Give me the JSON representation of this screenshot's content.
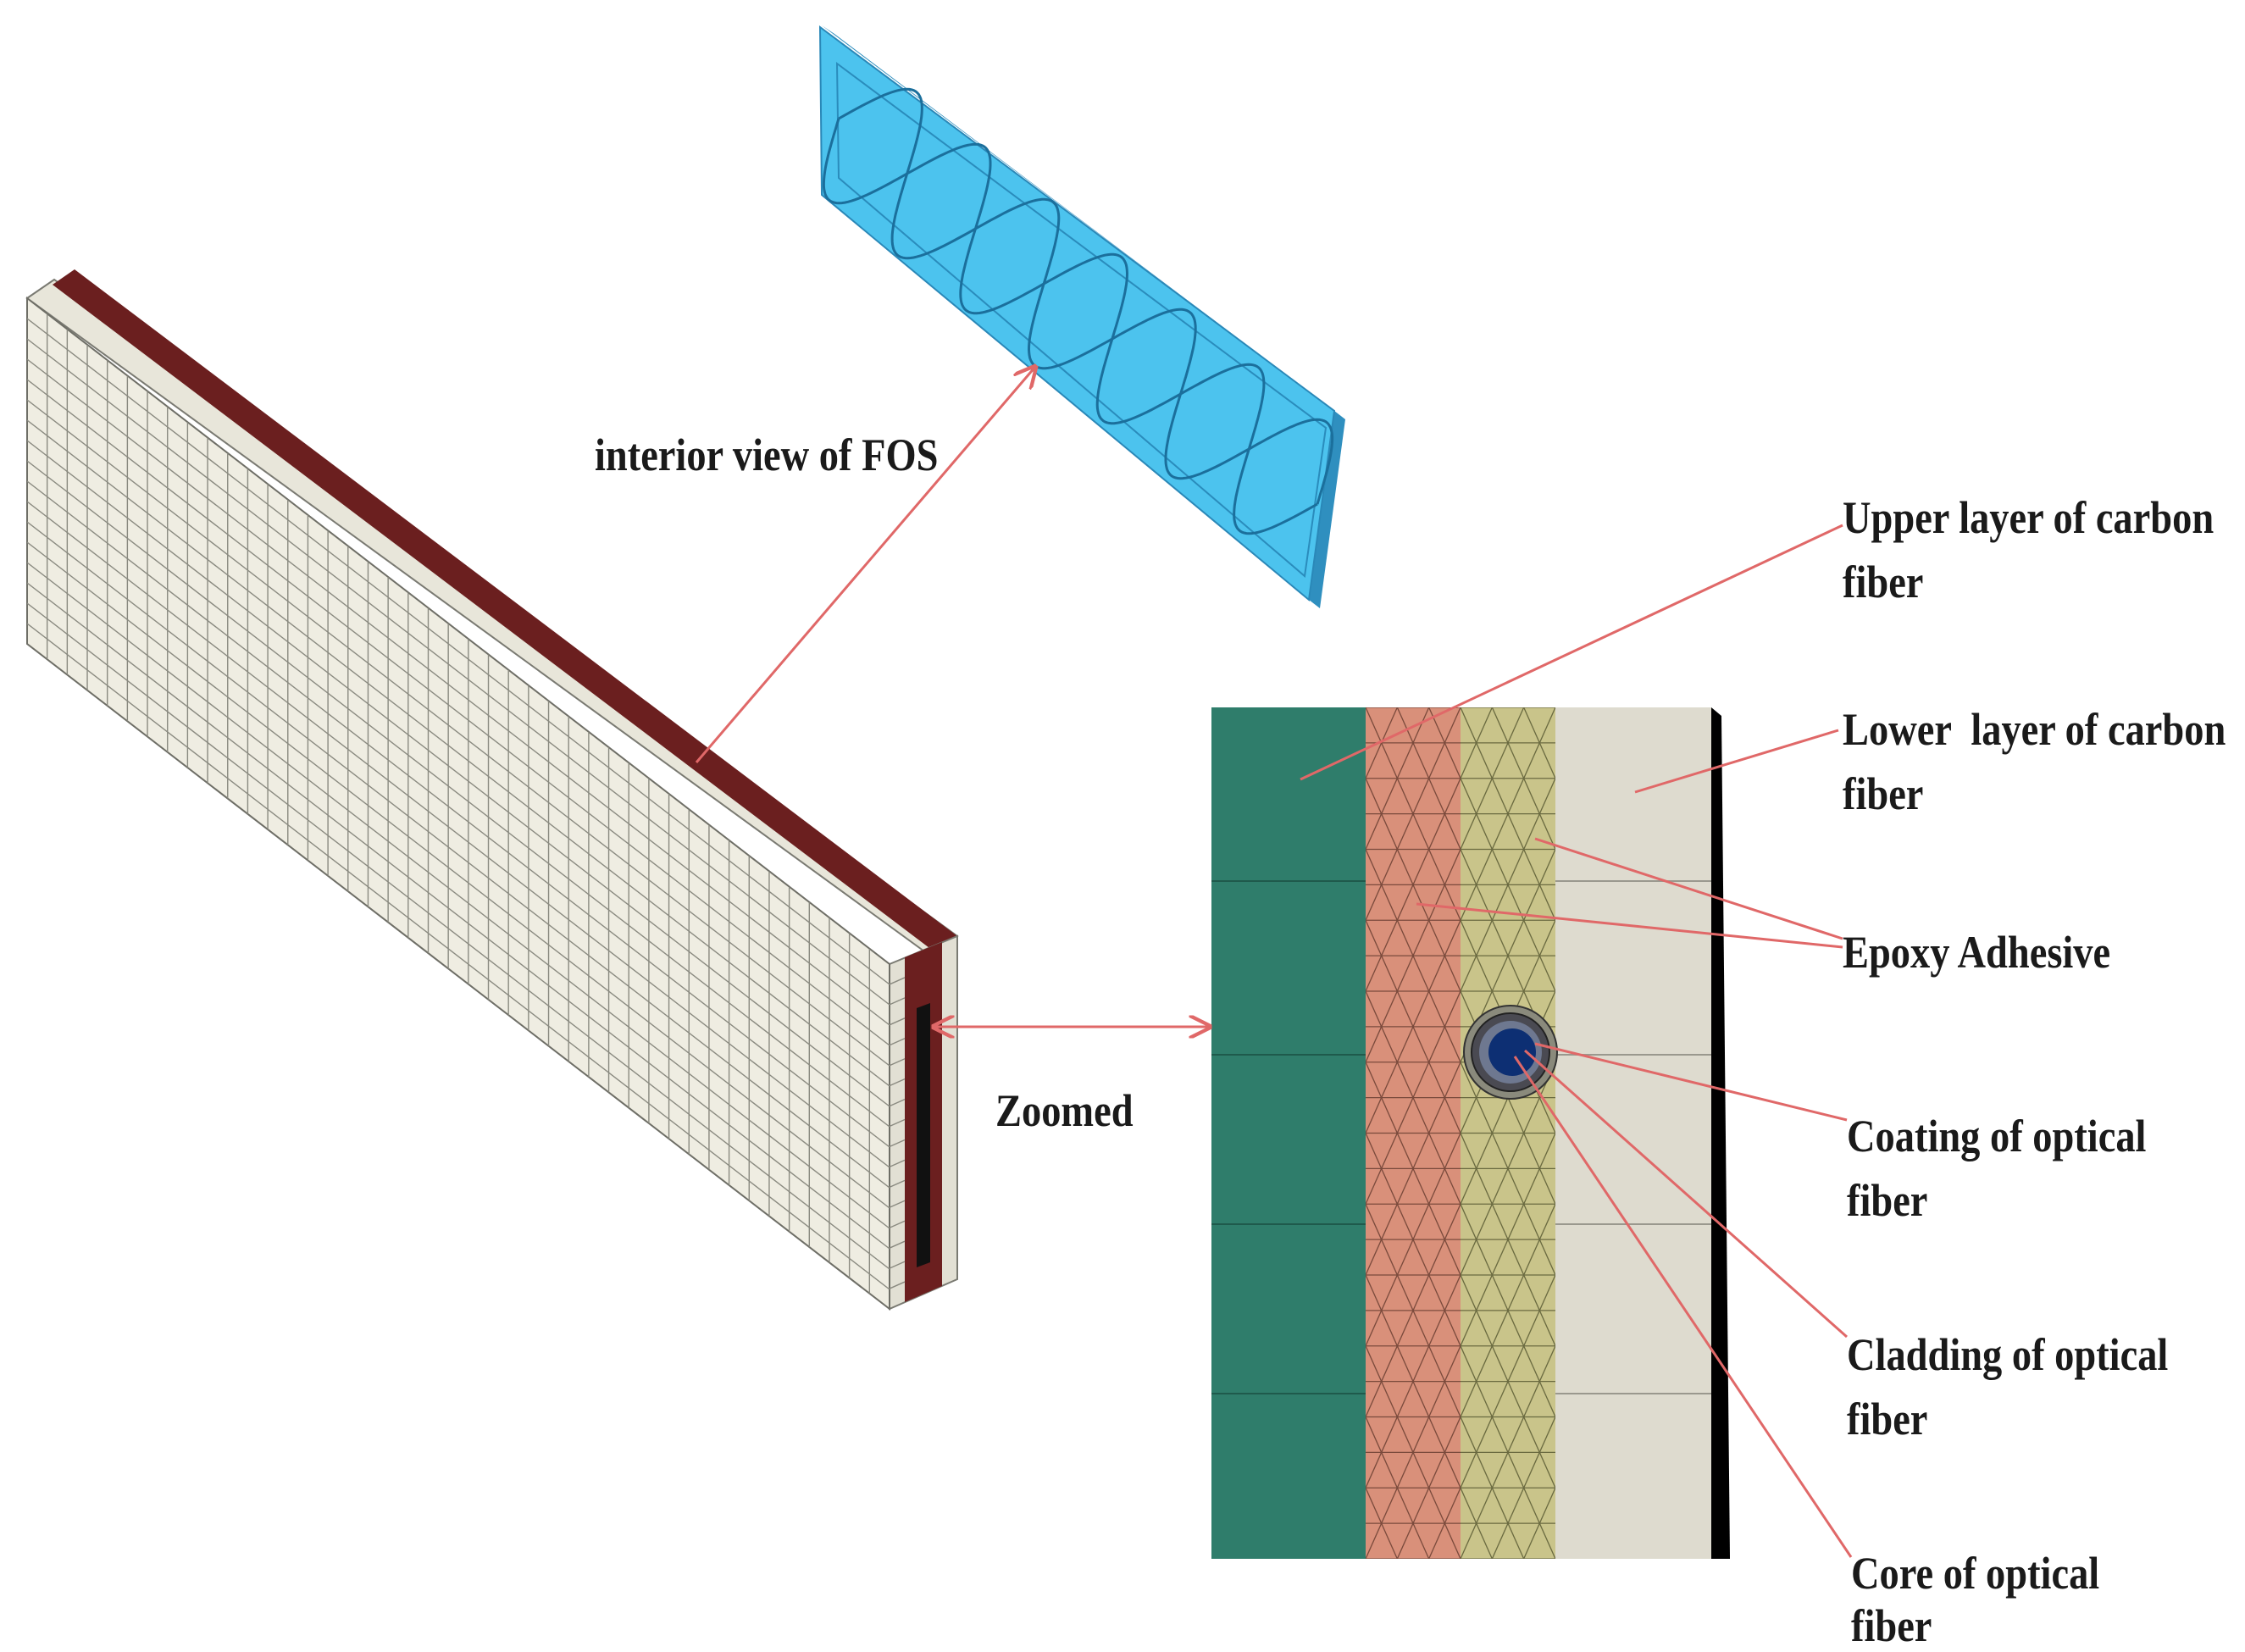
{
  "labels": {
    "interior_view": "interior view of FOS",
    "zoomed": "Zoomed",
    "upper_layer": [
      "Upper layer of carbon",
      "fiber"
    ],
    "lower_layer": [
      "Lower  layer of carbon",
      "fiber"
    ],
    "epoxy": "Epoxy Adhesive",
    "coating": [
      "Coating of optical",
      "fiber"
    ],
    "cladding": [
      "Cladding of optical",
      "fiber"
    ],
    "core": [
      "Core of optical",
      "fiber"
    ]
  },
  "colors": {
    "laminate_face": "#efede2",
    "mesh_line": "#8a8a80",
    "adhesive_strip": "#6b1f1f",
    "fos_panel": "#4cc3ee",
    "fos_line": "#1b6f9c",
    "upper_carbon": "#2f7d6b",
    "epoxy_upper": "#d9907a",
    "epoxy_lower": "#c9c48a",
    "lower_carbon": "#dedbcf",
    "core": "#0d2f73",
    "leader": "#e06868"
  }
}
